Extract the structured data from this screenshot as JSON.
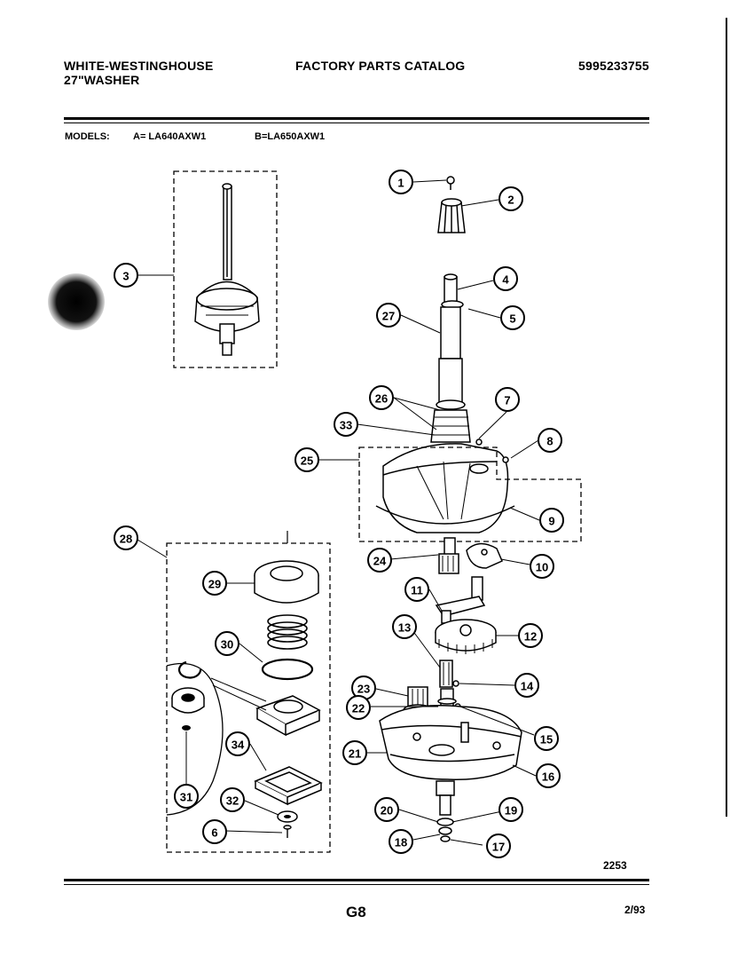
{
  "header": {
    "brand": "WHITE-WESTINGHOUSE",
    "product": "27\"WASHER",
    "catalog_title": "FACTORY PARTS CATALOG",
    "catalog_number": "5995233755"
  },
  "models": {
    "label": "MODELS:",
    "a": "A= LA640AXW1",
    "b": "B=LA650AXW1"
  },
  "callouts": [
    "1",
    "2",
    "3",
    "4",
    "5",
    "27",
    "26",
    "7",
    "33",
    "8",
    "25",
    "9",
    "28",
    "24",
    "10",
    "29",
    "11",
    "13",
    "12",
    "30",
    "23",
    "14",
    "22",
    "15",
    "21",
    "34",
    "16",
    "31",
    "32",
    "20",
    "19",
    "6",
    "18",
    "17"
  ],
  "figure_number": "2253",
  "page_code": "G8",
  "date_code": "2/93"
}
